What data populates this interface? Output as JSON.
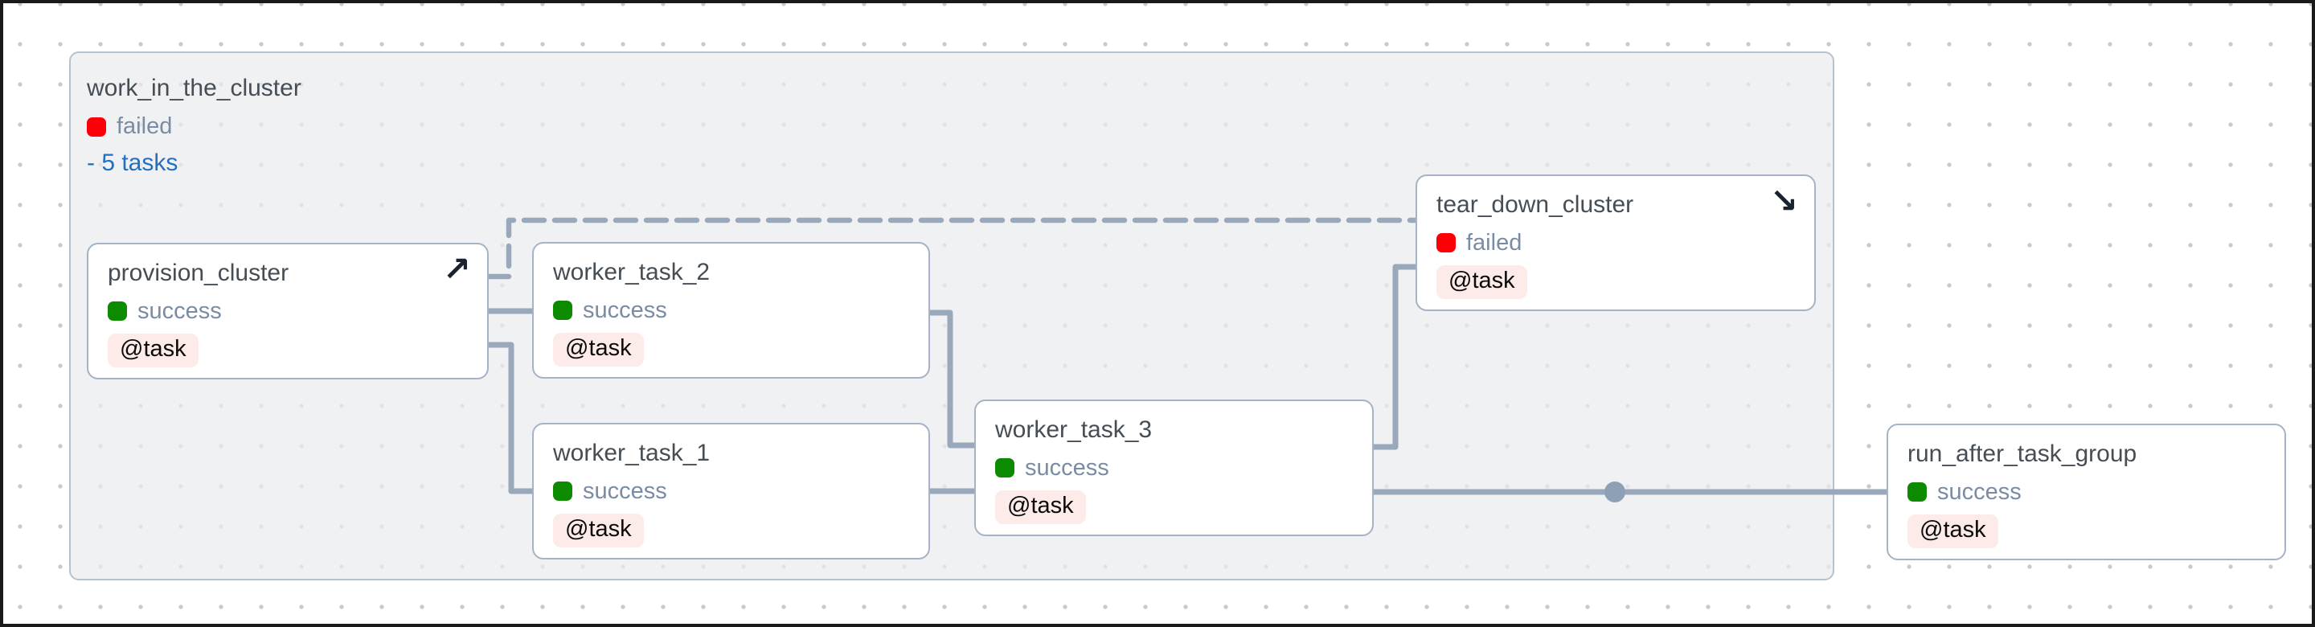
{
  "group": {
    "title": "work_in_the_cluster",
    "state": "failed",
    "state_label": "failed",
    "tasks_toggle_label": "- 5 tasks",
    "task_count": 5
  },
  "nodes": [
    {
      "id": "provision_cluster",
      "title": "provision_cluster",
      "state": "success",
      "state_label": "success",
      "badge": "@task",
      "icon": "setup-arrow-icon"
    },
    {
      "id": "worker_task_2",
      "title": "worker_task_2",
      "state": "success",
      "state_label": "success",
      "badge": "@task"
    },
    {
      "id": "worker_task_1",
      "title": "worker_task_1",
      "state": "success",
      "state_label": "success",
      "badge": "@task"
    },
    {
      "id": "worker_task_3",
      "title": "worker_task_3",
      "state": "success",
      "state_label": "success",
      "badge": "@task"
    },
    {
      "id": "tear_down_cluster",
      "title": "tear_down_cluster",
      "state": "failed",
      "state_label": "failed",
      "badge": "@task",
      "icon": "teardown-arrow-icon"
    },
    {
      "id": "run_after_task_group",
      "title": "run_after_task_group",
      "state": "success",
      "state_label": "success",
      "badge": "@task"
    }
  ],
  "edges": [
    {
      "from": "provision_cluster",
      "to": "tear_down_cluster",
      "style": "dashed"
    },
    {
      "from": "provision_cluster",
      "to": "worker_task_2",
      "style": "solid"
    },
    {
      "from": "provision_cluster",
      "to": "worker_task_1",
      "style": "solid"
    },
    {
      "from": "worker_task_2",
      "to": "worker_task_3",
      "style": "solid"
    },
    {
      "from": "worker_task_1",
      "to": "worker_task_3",
      "style": "solid"
    },
    {
      "from": "worker_task_3",
      "to": "tear_down_cluster",
      "style": "solid"
    },
    {
      "from": "worker_task_3",
      "to": "run_after_task_group",
      "style": "solid"
    }
  ],
  "icons": {
    "setup_arrow": "↗",
    "teardown_arrow": "↘"
  },
  "colors": {
    "success": "#0c8a00",
    "failed": "#fb0007",
    "edge": "#9aa8bc",
    "link": "#2270c4",
    "badge_bg": "#fcebe8",
    "node_border": "#a4b3c6",
    "group_border": "#b6c2d0"
  }
}
